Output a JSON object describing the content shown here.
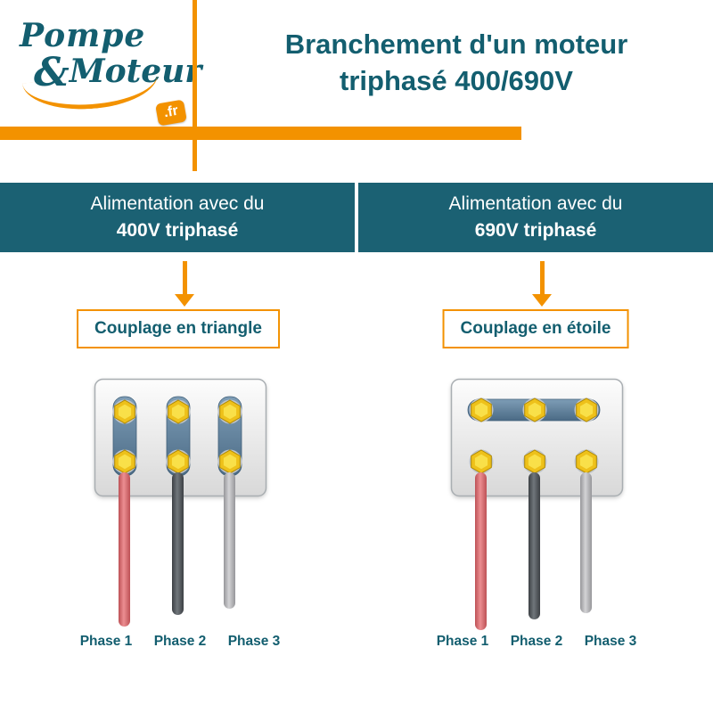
{
  "header": {
    "logo": {
      "pompe": "Pompe",
      "amp": "&",
      "moteur": "Moteur",
      "tld": ".fr"
    },
    "title_line1": "Branchement d'un moteur",
    "title_line2": "triphasé 400/690V"
  },
  "columns": [
    {
      "supply_line1": "Alimentation avec du",
      "supply_line2": "400V triphasé",
      "coupling_label": "Couplage en triangle",
      "coupling_type": "triangle",
      "phases": [
        "Phase 1",
        "Phase 2",
        "Phase 3"
      ]
    },
    {
      "supply_line1": "Alimentation avec du",
      "supply_line2": "690V triphasé",
      "coupling_label": "Couplage en étoile",
      "coupling_type": "étoile",
      "phases": [
        "Phase 1",
        "Phase 2",
        "Phase 3"
      ]
    }
  ],
  "colors": {
    "teal": "#135e6f",
    "orange": "#f39200",
    "wire_phase1_red": "#d9686c",
    "wire_phase2_dark_gray": "#53585c",
    "wire_phase3_light_gray": "#b6b6b8",
    "bolt_yellow": "#f2cf2a",
    "terminal_strip_steel_blue": "#5f7f9a"
  }
}
